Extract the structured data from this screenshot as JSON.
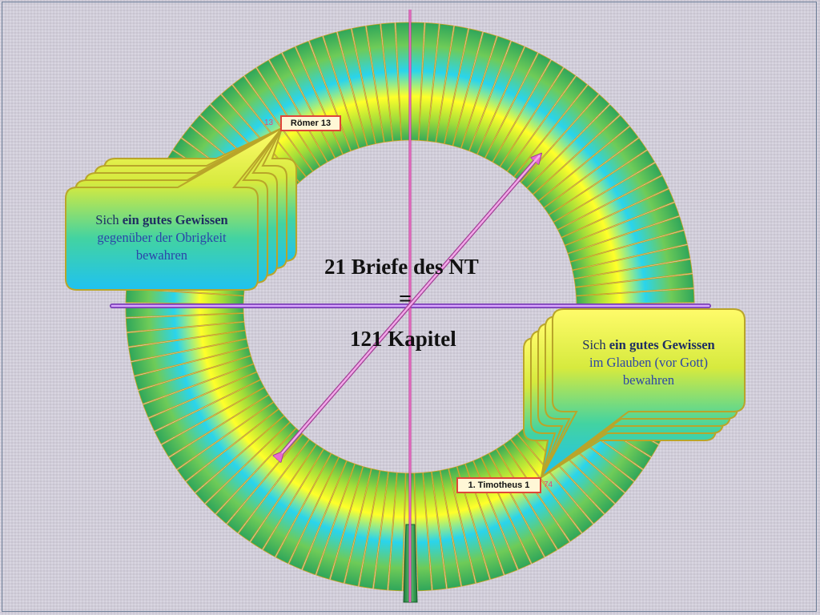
{
  "diagram": {
    "title": "21 Briefe des NT",
    "equals": "=",
    "chapters": "121 Kapitel",
    "total_segments": 121,
    "colors": {
      "ring_green": "#2fa65a",
      "ring_yellow": "#ffff2a",
      "ring_cyan": "#2ad4ec",
      "axis_pink": "#e05ac8",
      "axis_violet": "#b86ef0"
    }
  },
  "callouts": {
    "top_left": {
      "ref_number": "13",
      "ref_label": "Römer 13",
      "line_plain": "Sich ",
      "line_bold": "ein gutes Gewissen",
      "line2": "gegenüber der Obrigkeit",
      "line3": "bewahren"
    },
    "bottom_right": {
      "ref_number": "74",
      "ref_label": "1. Timotheus  1",
      "line_plain": "Sich ",
      "line_bold": "ein gutes Gewissen",
      "line2": "im Glauben (vor Gott)",
      "line3": "bewahren"
    }
  }
}
